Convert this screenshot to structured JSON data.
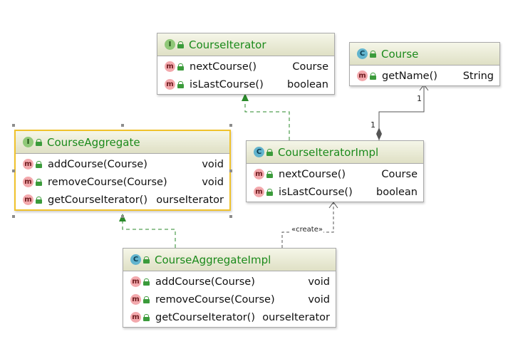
{
  "classes": {
    "course_iterator": {
      "kind": "I",
      "name": "CourseIterator",
      "methods": [
        {
          "name": "nextCourse()",
          "type": "Course"
        },
        {
          "name": "isLastCourse()",
          "type": "boolean"
        }
      ]
    },
    "course": {
      "kind": "C",
      "name": "Course",
      "methods": [
        {
          "name": "getName()",
          "type": "String"
        }
      ]
    },
    "course_aggregate": {
      "kind": "I",
      "name": "CourseAggregate",
      "methods": [
        {
          "name": "addCourse(Course)",
          "type": "void"
        },
        {
          "name": "removeCourse(Course)",
          "type": "void"
        },
        {
          "name": "getCourseIterator()",
          "type": "ourseIterator"
        }
      ]
    },
    "course_iterator_impl": {
      "kind": "C",
      "name": "CourseIteratorImpl",
      "methods": [
        {
          "name": "nextCourse()",
          "type": "Course"
        },
        {
          "name": "isLastCourse()",
          "type": "boolean"
        }
      ]
    },
    "course_aggregate_impl": {
      "kind": "C",
      "name": "CourseAggregateImpl",
      "methods": [
        {
          "name": "addCourse(Course)",
          "type": "void"
        },
        {
          "name": "removeCourse(Course)",
          "type": "void"
        },
        {
          "name": "getCourseIterator()",
          "type": "ourseIterator"
        }
      ]
    }
  },
  "method_badge": "m",
  "relations": {
    "composition_target_multiplicity": "1",
    "composition_source_multiplicity": "1",
    "create_stereotype": "«create»"
  },
  "colors": {
    "title_green": "#1b8a1b",
    "selection_yellow": "#f0c22c",
    "realization_green": "#2a8a2a",
    "association_gray": "#555555"
  }
}
